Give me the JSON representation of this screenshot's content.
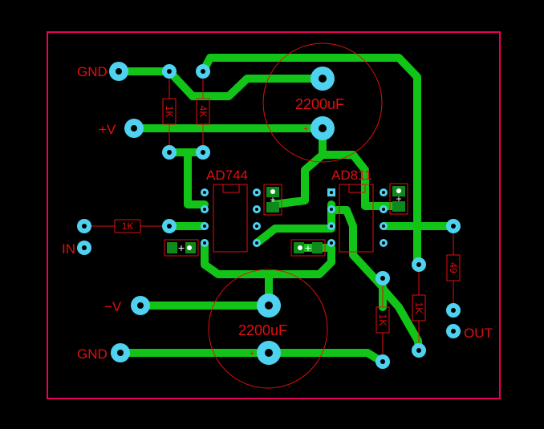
{
  "labels": {
    "gnd_top": "GND",
    "vplus": "+V",
    "in": "IN",
    "vminus": "−V",
    "gnd_bottom": "GND",
    "out": "OUT",
    "ic1": "AD744",
    "ic2": "AD811",
    "cap_top": "2200uF",
    "cap_bottom": "2200uF",
    "cap_plus": "+",
    "r_top1": "1K",
    "r_top2": "4K",
    "r_in": "1K",
    "r_mid": "1K",
    "r_right": "1K",
    "r_out": "49"
  },
  "colors": {
    "background": "#000000",
    "board_outline": "#e8005a",
    "trace": "#12c418",
    "pad": "#4fd2f0",
    "silkscreen": "#e01010",
    "smd_cap": "#0e8a1c"
  }
}
